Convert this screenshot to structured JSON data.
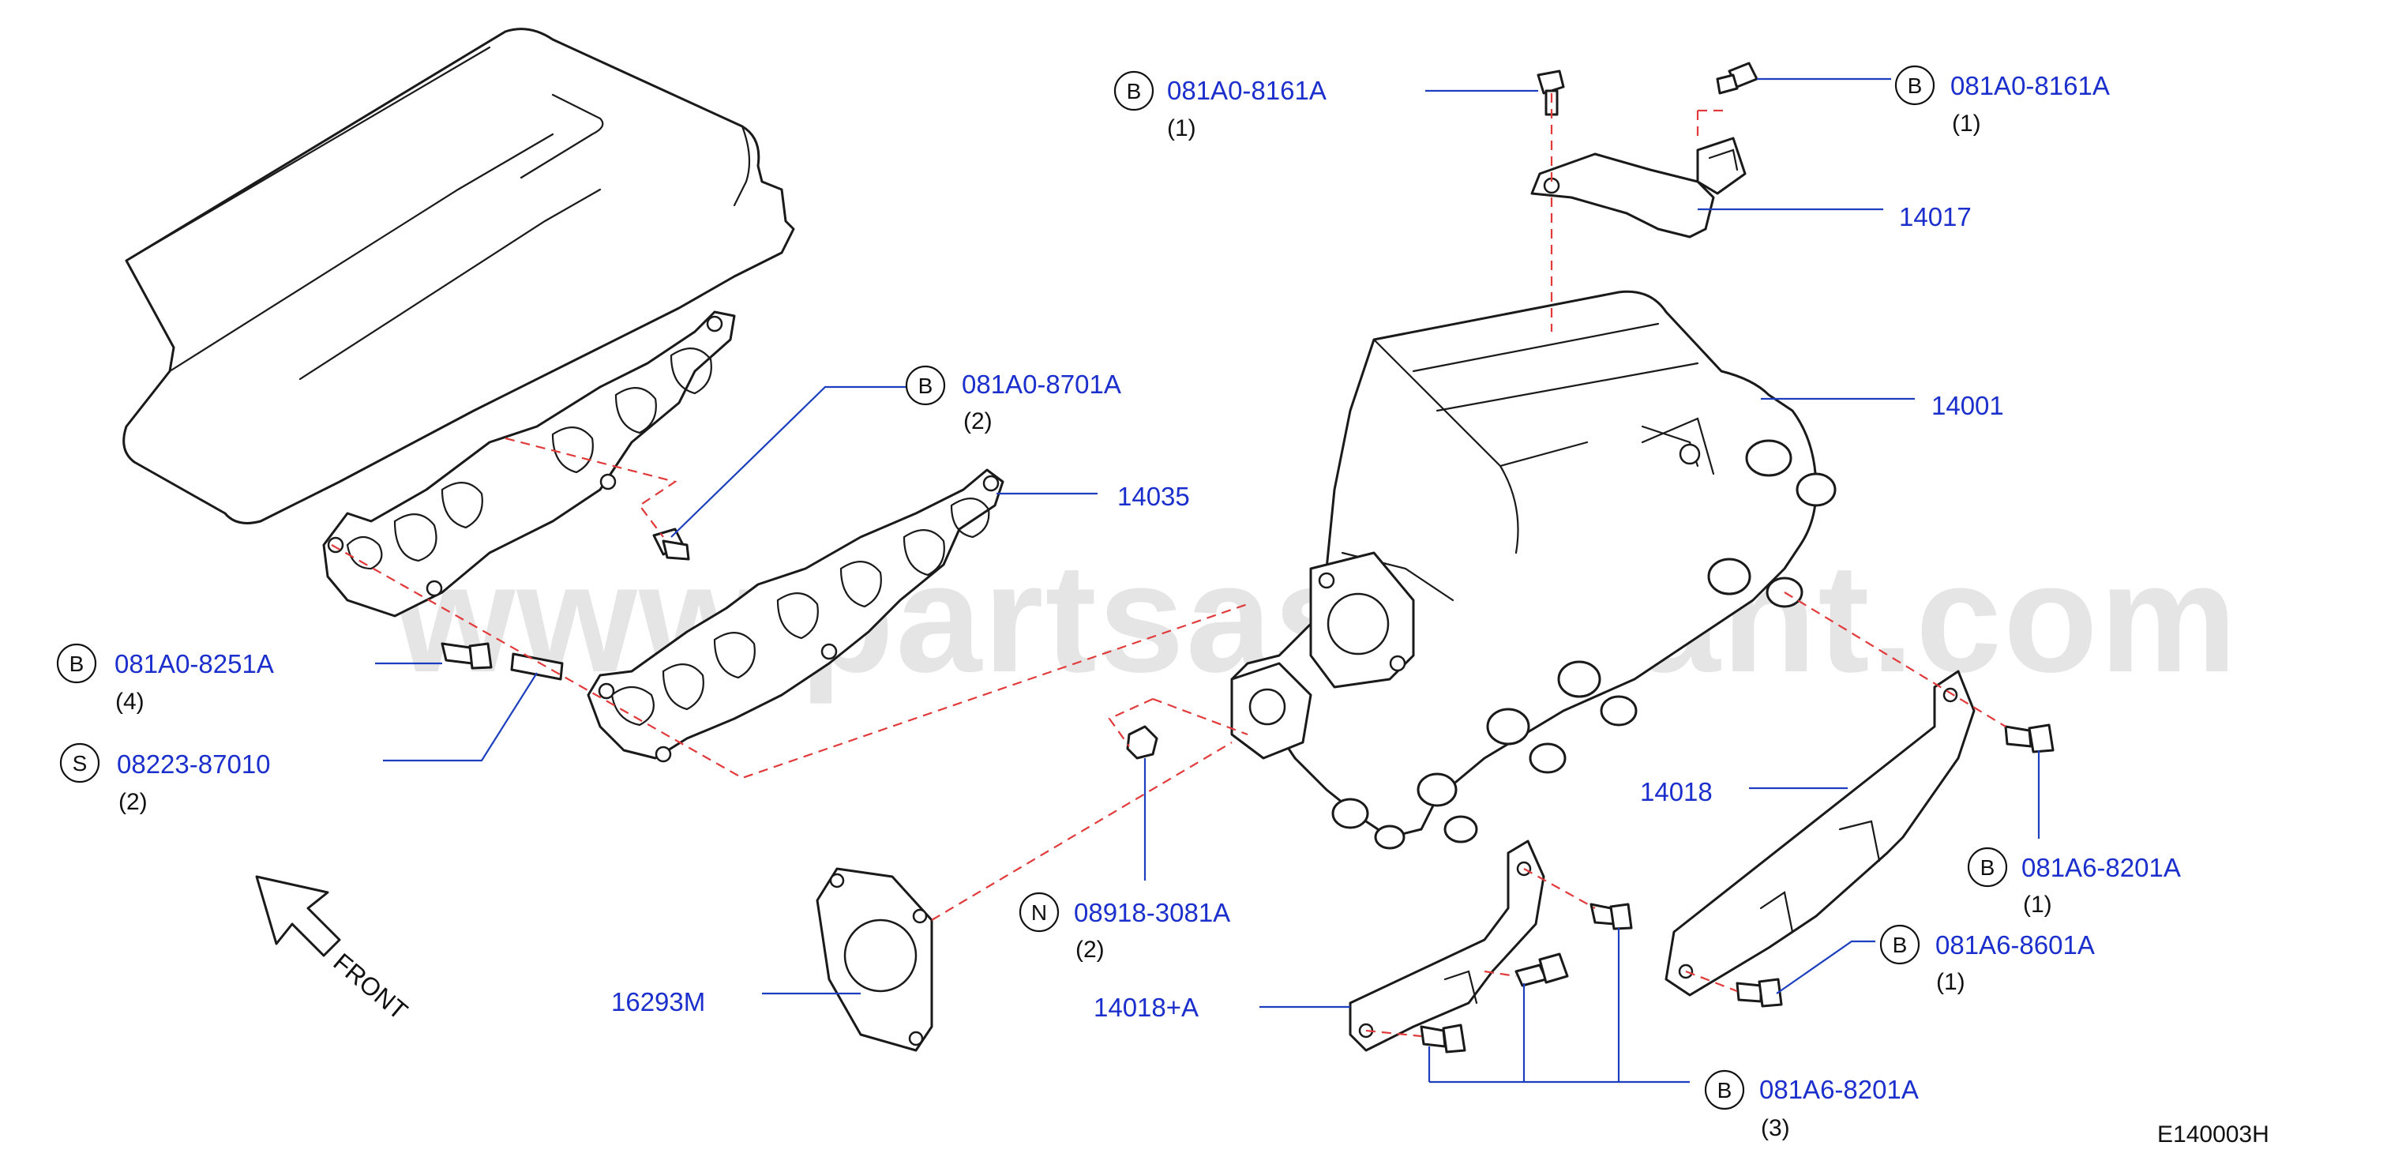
{
  "watermark": "www.partsassistant.com",
  "diagram_code": "E140003H",
  "front_label": "FRONT",
  "colors": {
    "part_number": "#1b2fcc",
    "leader": "#1b3fbd",
    "centerline": "#e23a3a",
    "outline": "#1a1a1a"
  },
  "callouts": {
    "bolt_b_8161a_left": {
      "letter": "B",
      "part": "081A0-8161A",
      "qty": "(1)"
    },
    "bolt_b_8161a_right": {
      "letter": "B",
      "part": "081A0-8161A",
      "qty": "(1)"
    },
    "bracket_14017": {
      "part": "14017"
    },
    "manifold_14001": {
      "part": "14001"
    },
    "bolt_b_8701a": {
      "letter": "B",
      "part": "081A0-8701A",
      "qty": "(2)"
    },
    "gasket_14035": {
      "part": "14035"
    },
    "bolt_b_8251a": {
      "letter": "B",
      "part": "081A0-8251A",
      "qty": "(4)"
    },
    "stud_s_87010": {
      "letter": "S",
      "part": "08223-87010",
      "qty": "(2)"
    },
    "support_14018": {
      "part": "14018"
    },
    "bolt_b_8201a_right": {
      "letter": "B",
      "part": "081A6-8201A",
      "qty": "(1)"
    },
    "nut_n_3081a": {
      "letter": "N",
      "part": "08918-3081A",
      "qty": "(2)"
    },
    "bolt_b_8601a": {
      "letter": "B",
      "part": "081A6-8601A",
      "qty": "(1)"
    },
    "gasket_16293m": {
      "part": "16293M"
    },
    "support_14018a": {
      "part": "14018+A"
    },
    "bolt_b_8201a_bottom": {
      "letter": "B",
      "part": "081A6-8201A",
      "qty": "(3)"
    }
  },
  "icons": [
    "bolt-icon",
    "stud-icon",
    "nut-icon",
    "front-arrow-icon"
  ]
}
